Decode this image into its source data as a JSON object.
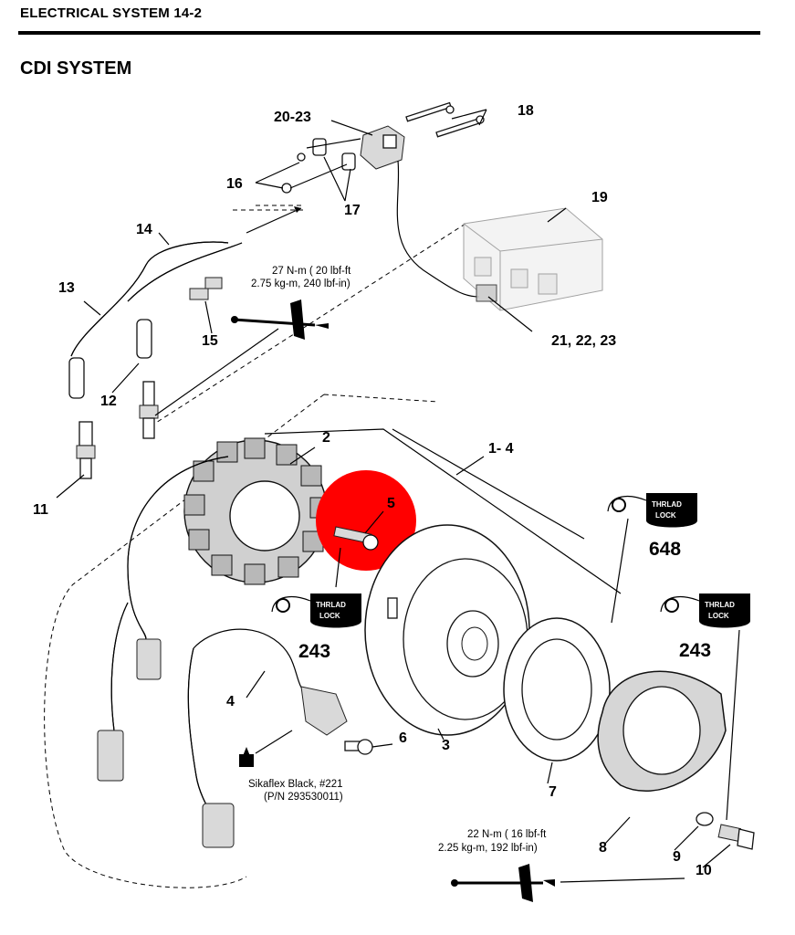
{
  "header": {
    "section": "ELECTRICAL SYSTEM 14-2",
    "title": "CDI SYSTEM"
  },
  "callouts": {
    "c1_4": "1- 4",
    "c2": "2",
    "c3": "3",
    "c4": "4",
    "c5": "5",
    "c6": "6",
    "c7": "7",
    "c8": "8",
    "c9": "9",
    "c10": "10",
    "c11": "11",
    "c12": "12",
    "c13": "13",
    "c14": "14",
    "c15": "15",
    "c16": "16",
    "c17": "17",
    "c18": "18",
    "c19": "19",
    "c20_23": "20-23",
    "c21_23": "21, 22, 23"
  },
  "torque": {
    "top_line1": "27 N-m ( 20 lbf-ft",
    "top_line2": "2.75 kg-m, 240 lbf-in)",
    "bottom_line1": "22 N-m ( 16 lbf-ft",
    "bottom_line2": "2.25 kg-m, 192 lbf-in)"
  },
  "threadlock": {
    "label_line1": "THRLAD",
    "label_line2": "LOCK",
    "left_code": "243",
    "top_right_code": "648",
    "right_code": "243"
  },
  "sealant": {
    "line1": "Sikaflex Black, #221",
    "line2": "(P/N 293530011)"
  },
  "highlight": {
    "color": "#ff0000"
  }
}
